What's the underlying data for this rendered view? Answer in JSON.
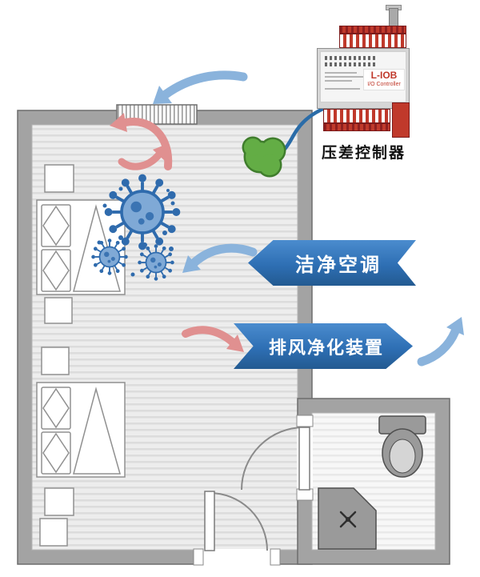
{
  "labels": {
    "supply_banner": "洁净空调",
    "exhaust_banner": "排风净化装置",
    "controller_label": "压差控制器",
    "device_name": "L-IOB",
    "device_subtitle": "I/O Controller"
  },
  "colors": {
    "wall_gray": "#a3a3a3",
    "arrow_blue": "#8ab3dc",
    "arrow_red": "#e09090",
    "banner_blue": "#2e6fb4",
    "banner_blue_light": "#4b8cce",
    "banner_blue_dark": "#235a91",
    "virus_blue": "#2f6bad",
    "virus_fill": "#7fa9d6",
    "sensor_green": "#63ad45",
    "sensor_green_dark": "#3f7d2c",
    "device_red": "#c0392b",
    "cable_blue": "#2a6ca8"
  }
}
